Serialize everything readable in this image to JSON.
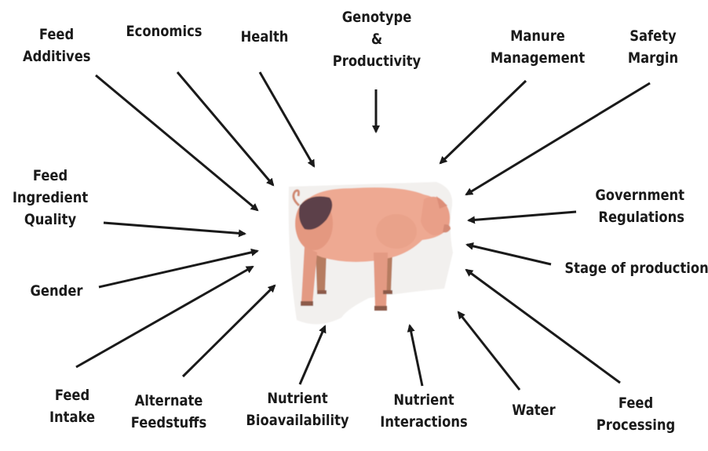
{
  "diagram": {
    "center_image": "pig-illustration",
    "arrow_color": "#1a1a1a",
    "factors": {
      "feed_additives": [
        "Feed",
        "Additives"
      ],
      "economics": [
        "Economics"
      ],
      "health": [
        "Health"
      ],
      "genotype_productivity": [
        "Genotype",
        "&",
        "Productivity"
      ],
      "manure_management": [
        "Manure",
        "Management"
      ],
      "safety_margin": [
        "Safety",
        "Margin"
      ],
      "government_regulations": [
        "Government",
        "Regulations"
      ],
      "stage_of_production": [
        "Stage of production"
      ],
      "feed_processing": [
        "Feed",
        "Processing"
      ],
      "water": [
        "Water"
      ],
      "nutrient_interactions": [
        "Nutrient",
        "Interactions"
      ],
      "nutrient_bioavailability": [
        "Nutrient",
        "Bioavailability"
      ],
      "alternate_feedstuffs": [
        "Alternate",
        "Feedstuffs"
      ],
      "feed_intake": [
        "Feed",
        "Intake"
      ],
      "gender": [
        "Gender"
      ],
      "feed_ingredient_quality": [
        "Feed",
        "Ingredient",
        "Quality"
      ]
    }
  }
}
